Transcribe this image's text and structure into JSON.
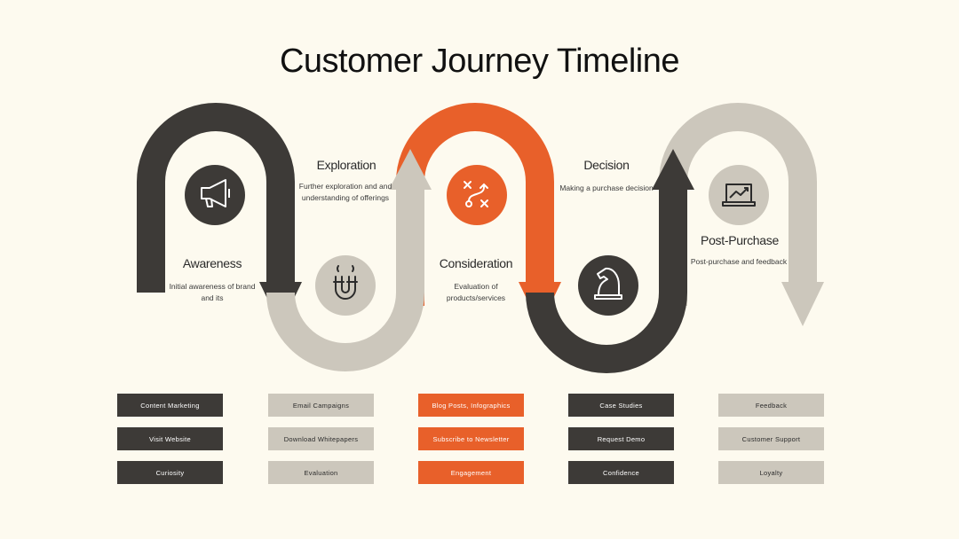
{
  "title": "Customer Journey Timeline",
  "colors": {
    "dark": "#3d3a37",
    "light": "#ccc7bc",
    "orange": "#e8602a",
    "background": "#fdfaef"
  },
  "stages": [
    {
      "title": "Awareness",
      "desc": "Initial awareness of brand and its",
      "icon": "megaphone-icon"
    },
    {
      "title": "Exploration",
      "desc": "Further exploration and and understanding of offerings",
      "icon": "magnet-icon"
    },
    {
      "title": "Consideration",
      "desc": "Evaluation of products/services",
      "icon": "strategy-icon"
    },
    {
      "title": "Decision",
      "desc": "Making a purchase decision",
      "icon": "chess-knight-icon"
    },
    {
      "title": "Post-Purchase",
      "desc": "Post-purchase and feedback",
      "icon": "analytics-laptop-icon"
    }
  ],
  "tags": [
    [
      "Content Marketing",
      "Visit Website",
      "Curiosity"
    ],
    [
      "Email Campaigns",
      "Download Whitepapers",
      "Evaluation"
    ],
    [
      "Blog Posts, Infographics",
      "Subscribe to Newsletter",
      "Engagement"
    ],
    [
      "Case Studies",
      "Request Demo",
      "Confidence"
    ],
    [
      "Feedback",
      "Customer Support",
      "Loyalty"
    ]
  ]
}
